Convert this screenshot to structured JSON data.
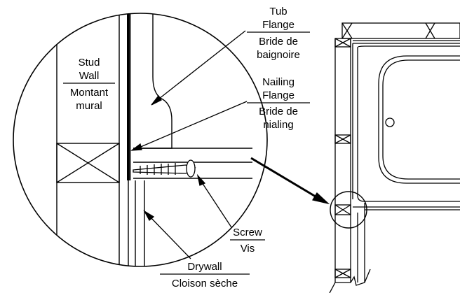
{
  "labels": {
    "tub_flange": [
      "Tub",
      "Flange"
    ],
    "tub_flange_fr": [
      "Bride de",
      "baignoire"
    ],
    "stud_wall": [
      "Stud",
      "Wall"
    ],
    "stud_wall_fr": [
      "Montant",
      "mural"
    ],
    "nailing_flange": [
      "Nailing",
      "Flange"
    ],
    "nailing_flange_fr": [
      "Bride de",
      "nialing"
    ],
    "screw": "Screw",
    "screw_fr": "Vis",
    "drywall": "Drywall",
    "drywall_fr": "Cloison sèche"
  }
}
